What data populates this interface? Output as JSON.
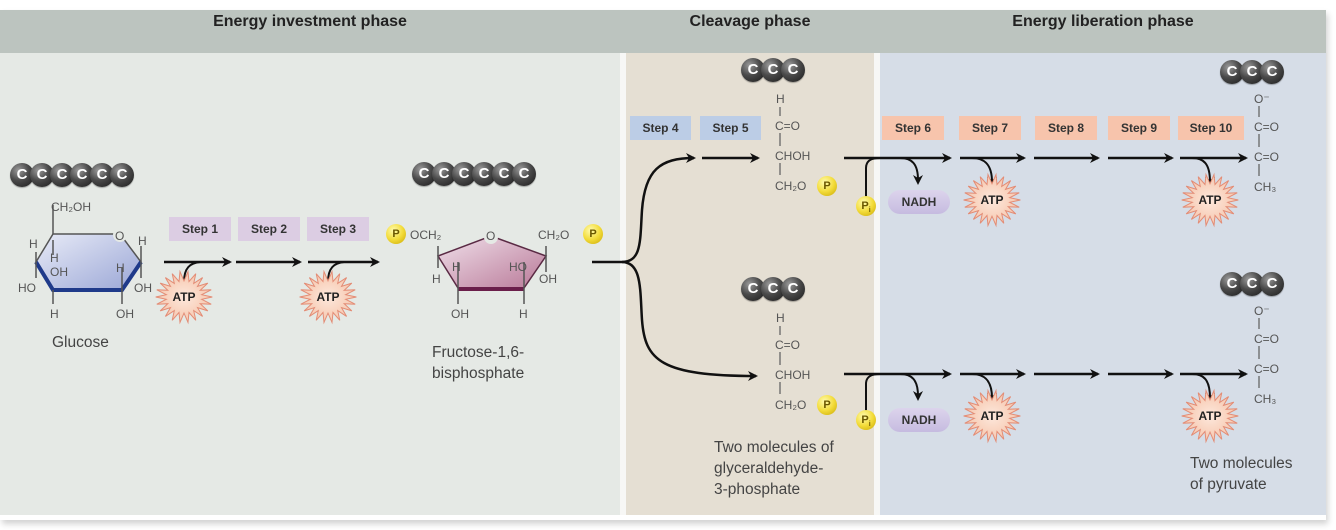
{
  "phases": [
    {
      "name": "Energy investment phase",
      "color": "#e5e9e5"
    },
    {
      "name": "Cleavage phase",
      "color": "#e5dfd3"
    },
    {
      "name": "Energy liberation phase",
      "color": "#d6dde7"
    }
  ],
  "header_color": "#bcc4bf",
  "steps": {
    "investment": [
      "Step 1",
      "Step 2",
      "Step 3"
    ],
    "cleavage": [
      "Step 4",
      "Step 5"
    ],
    "liberation": [
      "Step 6",
      "Step 7",
      "Step 8",
      "Step 9",
      "Step 10"
    ]
  },
  "step_colors": {
    "investment": "#dccde3",
    "cleavage": "#bccde6",
    "liberation": "#f7c4ac"
  },
  "carbon_symbol": "C",
  "phosphate_symbol": "P",
  "phosphate_inorganic_symbol": "P",
  "phosphate_inorganic_subscript": "i",
  "energy_labels": {
    "atp": "ATP",
    "nadh": "NADH"
  },
  "molecules": {
    "glucose": {
      "name": "Glucose",
      "carbons": 6,
      "groups": {
        "ch2oh": "CH₂OH",
        "o": "O",
        "h": "H",
        "oh": "OH",
        "ho": "HO"
      }
    },
    "fructose": {
      "name_line1": "Fructose-1,6-",
      "name_line2": "bisphosphate",
      "carbons": 6,
      "groups": {
        "och2": "OCH₂",
        "ch2o": "CH₂O",
        "o": "O",
        "h": "H",
        "oh": "OH",
        "ho": "HO"
      }
    },
    "g3p": {
      "caption_line1": "Two molecules of",
      "caption_line2": "glyceraldehyde-",
      "caption_line3": "3-phosphate",
      "carbons": 3,
      "lines": [
        "H",
        "C=O",
        "CHOH",
        "CH₂O"
      ]
    },
    "pyruvate": {
      "caption_line1": "Two molecules",
      "caption_line2": "of pyruvate",
      "carbons": 3,
      "lines": [
        "O⁻",
        "C=O",
        "C=O",
        "CH₃"
      ]
    }
  }
}
